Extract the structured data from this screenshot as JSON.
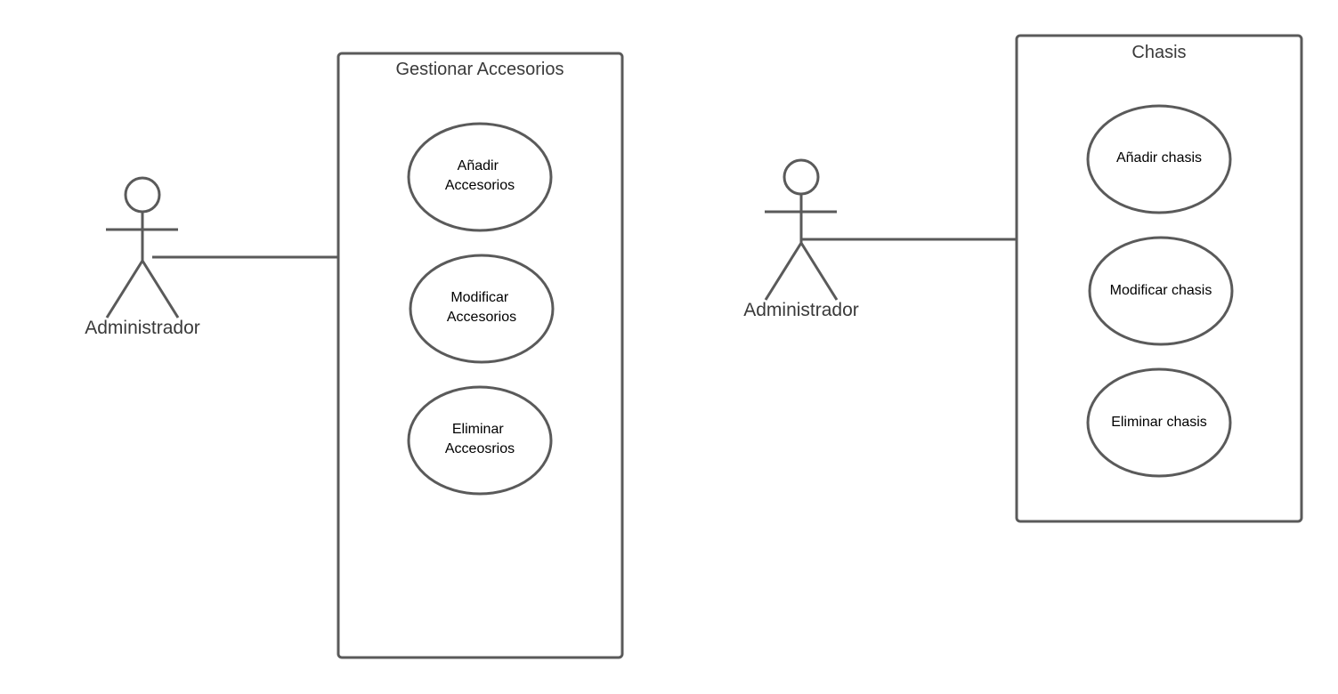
{
  "diagrams": [
    {
      "actor": {
        "label": "Administrador"
      },
      "system": {
        "title": "Gestionar Accesorios",
        "use_cases": [
          {
            "lines": [
              "Añadir",
              "Accesorios"
            ]
          },
          {
            "lines": [
              "Modificar",
              "Accesorios"
            ]
          },
          {
            "lines": [
              "Eliminar",
              "Acceosrios"
            ]
          }
        ]
      }
    },
    {
      "actor": {
        "label": "Administrador"
      },
      "system": {
        "title": "Chasis",
        "use_cases": [
          {
            "lines": [
              "Añadir chasis"
            ]
          },
          {
            "lines": [
              "Modificar chasis"
            ]
          },
          {
            "lines": [
              "Eliminar chasis"
            ]
          }
        ]
      }
    }
  ]
}
